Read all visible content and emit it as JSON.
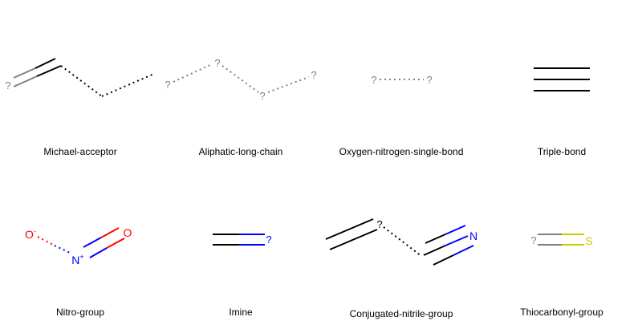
{
  "colors": {
    "background": "#ffffff",
    "bond_black": "#000000",
    "dummy_gray": "#7f7f7f",
    "oxygen_red": "#ff0000",
    "nitrogen_blue": "#0000ff",
    "sulfur_yellow": "#cccc00"
  },
  "panels": [
    {
      "name": "Michael-acceptor",
      "atoms": [
        {
          "label": "?"
        }
      ]
    },
    {
      "name": "Aliphatic-long-chain",
      "atoms": [
        {
          "label": "?"
        },
        {
          "label": "?"
        },
        {
          "label": "?"
        },
        {
          "label": "?"
        }
      ]
    },
    {
      "name": "Oxygen-nitrogen-single-bond",
      "atoms": [
        {
          "label": "?"
        },
        {
          "label": "?"
        }
      ]
    },
    {
      "name": "Triple-bond",
      "atoms": []
    },
    {
      "name": "Nitro-group",
      "atoms": [
        {
          "label": "O",
          "charge": "-"
        },
        {
          "label": "O"
        },
        {
          "label": "N",
          "charge": "+"
        }
      ]
    },
    {
      "name": "Imine",
      "atoms": [
        {
          "label": "?"
        }
      ]
    },
    {
      "name": "Conjugated-nitrile-group",
      "atoms": [
        {
          "label": "?"
        },
        {
          "label": "N"
        }
      ]
    },
    {
      "name": "Thiocarbonyl-group",
      "atoms": [
        {
          "label": "?"
        },
        {
          "label": "S"
        }
      ]
    }
  ]
}
